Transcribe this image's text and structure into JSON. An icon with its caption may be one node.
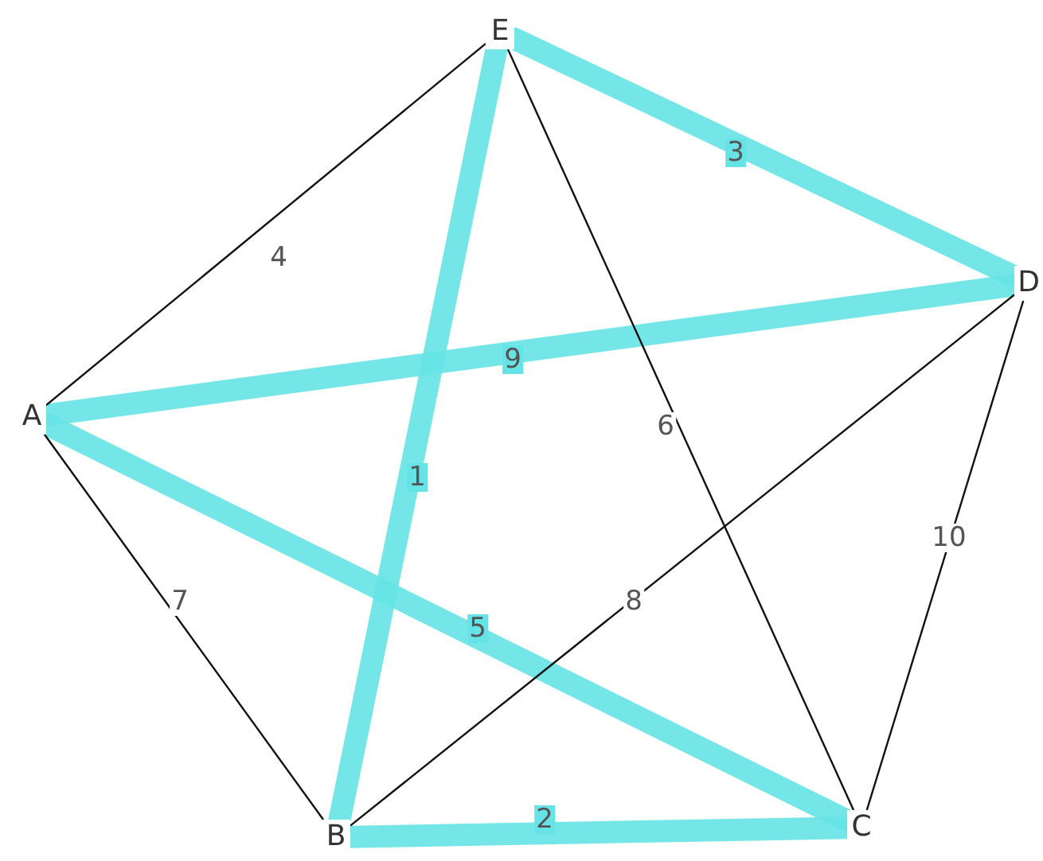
{
  "diagram": {
    "nodes": [
      {
        "text": [
          "E"
        ]
      },
      {
        "text": [
          "D"
        ]
      },
      {
        "text": [
          "A"
        ]
      },
      {
        "text": [
          "B"
        ]
      },
      {
        "text": [
          "C"
        ]
      }
    ],
    "edges": [
      {
        "from": 2,
        "to": 0,
        "arrow": "none",
        "label": "4"
      },
      {
        "from": 0,
        "to": 1,
        "arrow": "none",
        "label": "3",
        "style": "thick",
        "color": "#66e3e6"
      },
      {
        "from": 2,
        "to": 1,
        "arrow": "none",
        "label": "9",
        "style": "thick",
        "color": "#66e3e6"
      },
      {
        "from": 0,
        "to": 4,
        "arrow": "none",
        "label": "6"
      },
      {
        "from": 0,
        "to": 3,
        "arrow": "none",
        "label": "1",
        "style": "thick",
        "color": "#66e3e6"
      },
      {
        "from": 1,
        "to": 4,
        "arrow": "none",
        "label": "10"
      },
      {
        "from": 2,
        "to": 3,
        "arrow": "none",
        "label": "7"
      },
      {
        "from": 2,
        "to": 4,
        "arrow": "none",
        "label": "5",
        "style": "thick",
        "color": "#66e3e6"
      },
      {
        "from": 3,
        "to": 1,
        "arrow": "none",
        "label": "8"
      },
      {
        "from": 3,
        "to": 4,
        "arrow": "none",
        "label": "2",
        "style": "thick",
        "color": "#66e3e6"
      }
    ]
  }
}
